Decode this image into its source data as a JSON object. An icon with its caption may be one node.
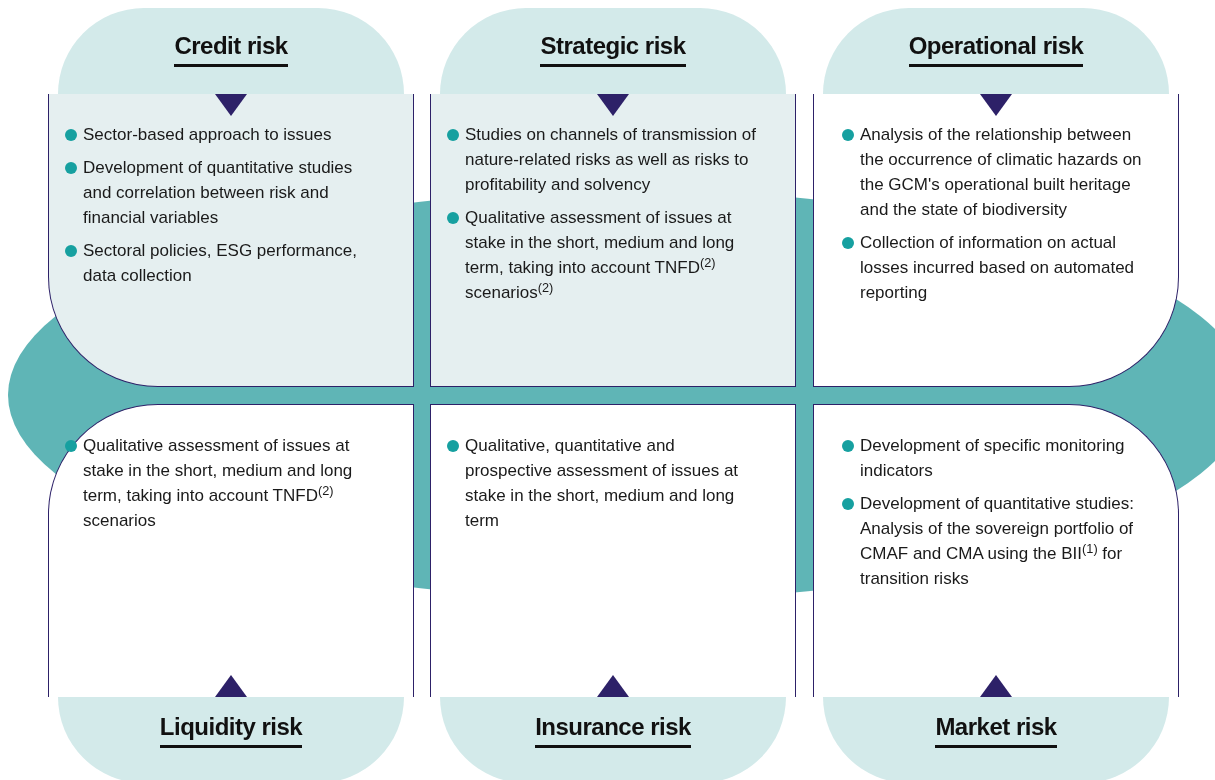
{
  "diagram": {
    "nodes": [
      {
        "text": [
          "Credit risk",
          "Sector-based approach to issues",
          "Development of quantitative studies and correlation between risk and financial variables",
          "Sectoral policies, ESG performance, data collection"
        ]
      },
      {
        "text": [
          "Strategic risk",
          "Studies on channels of transmission of nature-related risks as well as risks to profitability and solvency",
          "Qualitative assessment of issues at stake in the short, medium and long term, taking into account TNFD$^{(2)}$ scenarios$^{(2)}$"
        ]
      },
      {
        "text": [
          "Operational risk",
          "Analysis of the relationship between the occurrence of climatic hazards on the GCM's operational built heritage and the state of biodiversity",
          "Collection of information on actual losses incurred based on automated reporting"
        ]
      },
      {
        "text": [
          "Qualitative assessment of issues at stake in the short, medium and long term, taking into account TNFD$^{(2)}$ scenarios",
          "Liquidity risk"
        ]
      },
      {
        "text": [
          "Qualitative, quantitative and prospective assessment of issues at stake in the short, medium and long term",
          "Insurance risk"
        ]
      },
      {
        "text": [
          "Development of specific monitoring indicators",
          "Development of quantitative studies: Analysis of the sovereign portfolio of CMAF and CMA using the BII$^{(1)}$ for transition risks",
          "Market risk"
        ]
      }
    ]
  }
}
